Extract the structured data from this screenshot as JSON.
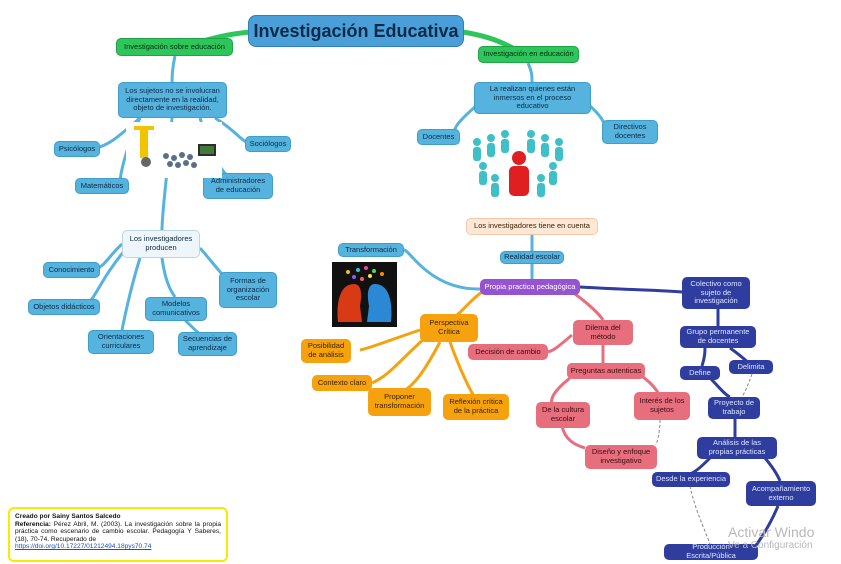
{
  "title": "Investigación Educativa",
  "left": {
    "branch": "Investigación sobre educación",
    "subjects": "Los sujetos no se involucran directamente en la realidad, objeto de investigación.",
    "psychologists": "Psicólogos",
    "sociologists": "Sociólogos",
    "mathematicians": "Matemáticos",
    "administrators": "Administradores de educación",
    "produce": "Los investigadores producen",
    "knowledge": "Conocimiento",
    "didactic": "Objetos didácticos",
    "models": "Modelos comunicativos",
    "forms": "Formas de organización escolar",
    "orientations": "Orientaciones curriculares",
    "sequences": "Secuencias de aprendizaje"
  },
  "right": {
    "branch": "Investigación en educación",
    "performed": "La realizan quienes están inmersos en el proceso educativo",
    "teachers": "Docentes",
    "directors": "Directivos docentes",
    "consider": "Los investigadores tiene en cuenta",
    "reality": "Realidad escolar",
    "practice": "Propia practica pedagógica",
    "transformation": "Transformación",
    "critical": "Perspectiva Crítica",
    "analysis_possibility": "Posibilidad de análisis",
    "clear_context": "Contexto claro",
    "propose": "Proponer transformación",
    "reflection": "Reflexión crítica de la práctica",
    "dilemma": "Dilema del método",
    "decision": "Decisión de cambio",
    "questions": "Preguntas autenticas",
    "culture": "De la cultura escolar",
    "interest": "Interés de los sujetos",
    "design": "Diseño y enfoque investigativo",
    "collective": "Colectivo como sujeto de investigación",
    "group": "Grupo permanente de docentes",
    "defines": "Define",
    "delimits": "Delimita",
    "project": "Proyecto de trabajo",
    "practices_analysis": "Análisis de las propias prácticas",
    "from_experience": "Desde la experiencia",
    "accompaniment": "Acompañamiento externo",
    "publication": "Producción Escrita/Pública"
  },
  "credit": {
    "created_by": "Creado por Sainy Santos Salcedo",
    "ref_label": "Referencia:",
    "ref_text": "Pérez Abril, M. (2003). La investigación sobre la propia práctica como escenario de cambio escolar. Pedagogía Y Saberes, (18), 70-74. Recuperado de",
    "url": "https://doi.org/10.17227/01212494.18pys70.74"
  },
  "watermark": {
    "line1": "Activar Windo",
    "line2": "Ve a Configuración"
  },
  "colors": {
    "blue": "#55b3de",
    "green": "#2ec55b",
    "purple": "#9553cf",
    "pink": "#e76f7d",
    "orange": "#f5a20e",
    "navy": "#2e3d9e"
  }
}
